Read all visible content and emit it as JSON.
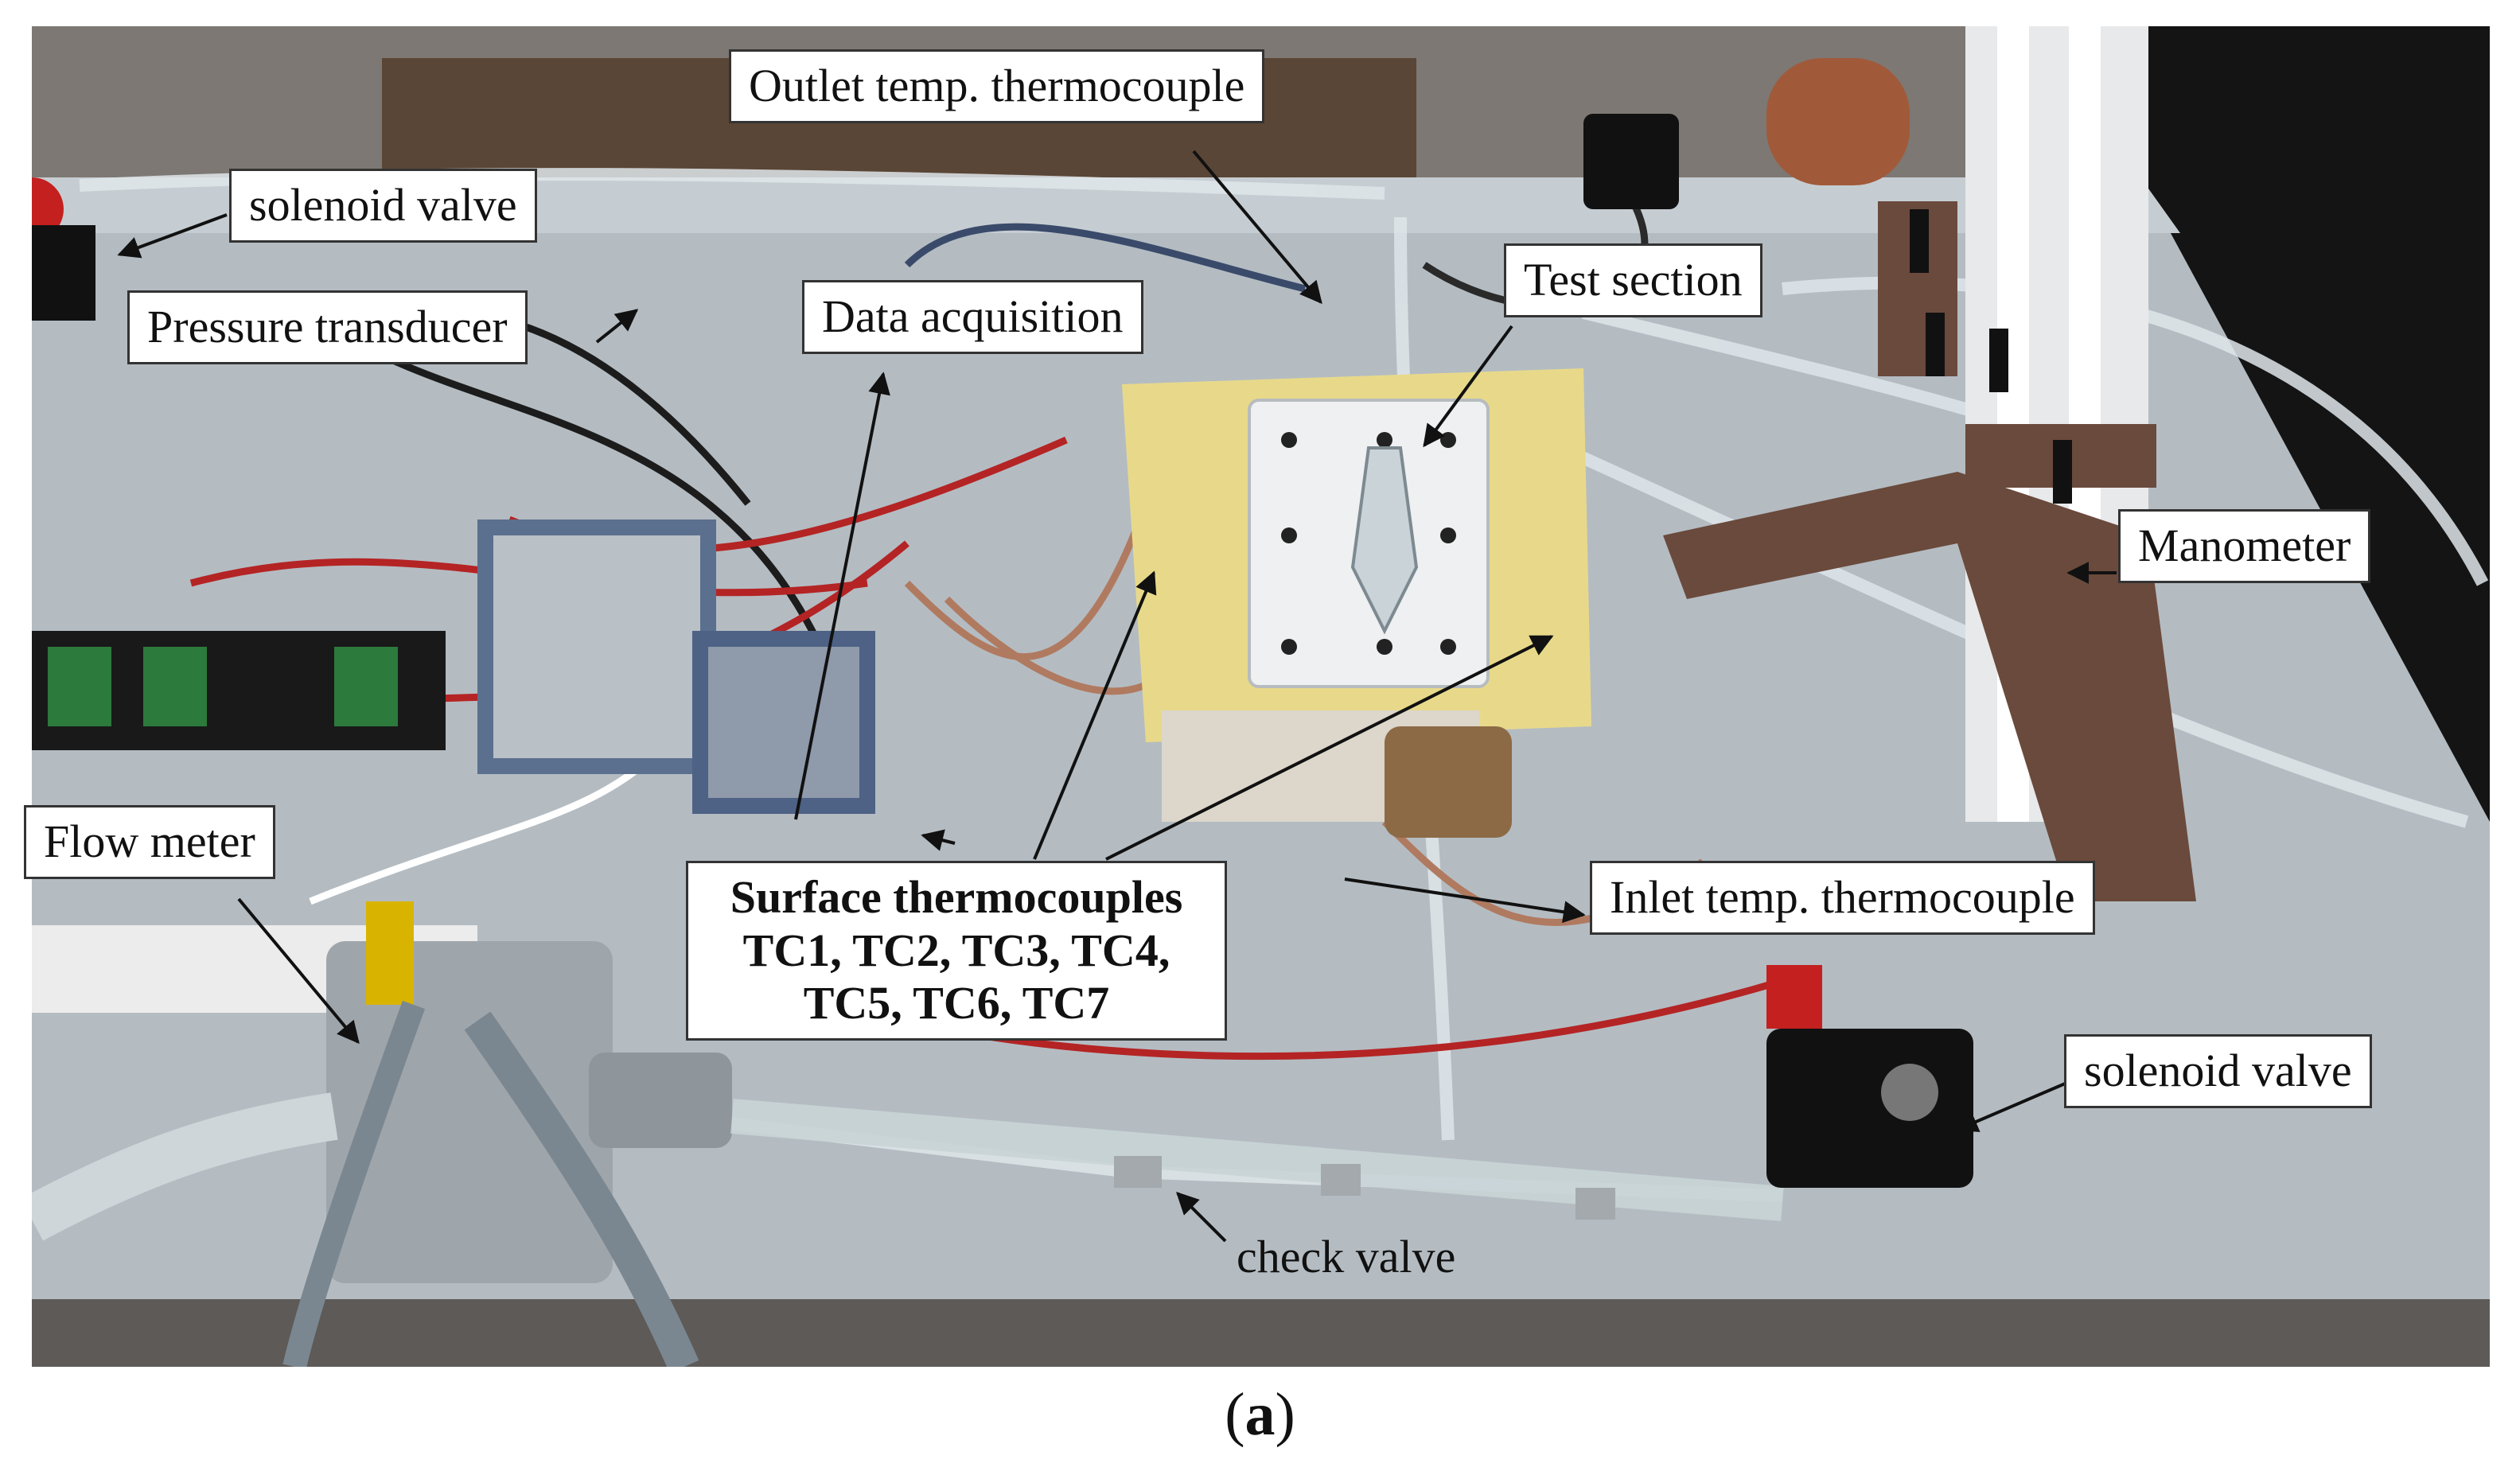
{
  "labels": {
    "outlet_thermocouple": "Outlet temp. thermocouple",
    "solenoid_valve_top": "solenoid valve",
    "pressure_transducer": "Pressure transducer",
    "data_acquisition": "Data acquisition",
    "test_section": "Test section",
    "manometer": "Manometer",
    "flow_meter": "Flow meter",
    "surface_thermocouples_line1": "Surface thermocouples",
    "surface_thermocouples_line2": "TC1, TC2, TC3, TC4,",
    "surface_thermocouples_line3": "TC5, TC6, TC7",
    "inlet_thermocouple": "Inlet temp. thermocouple",
    "solenoid_valve_bottom": "solenoid valve",
    "check_valve": "check valve"
  },
  "caption": {
    "open": "(",
    "letter": "a",
    "close": ")"
  }
}
